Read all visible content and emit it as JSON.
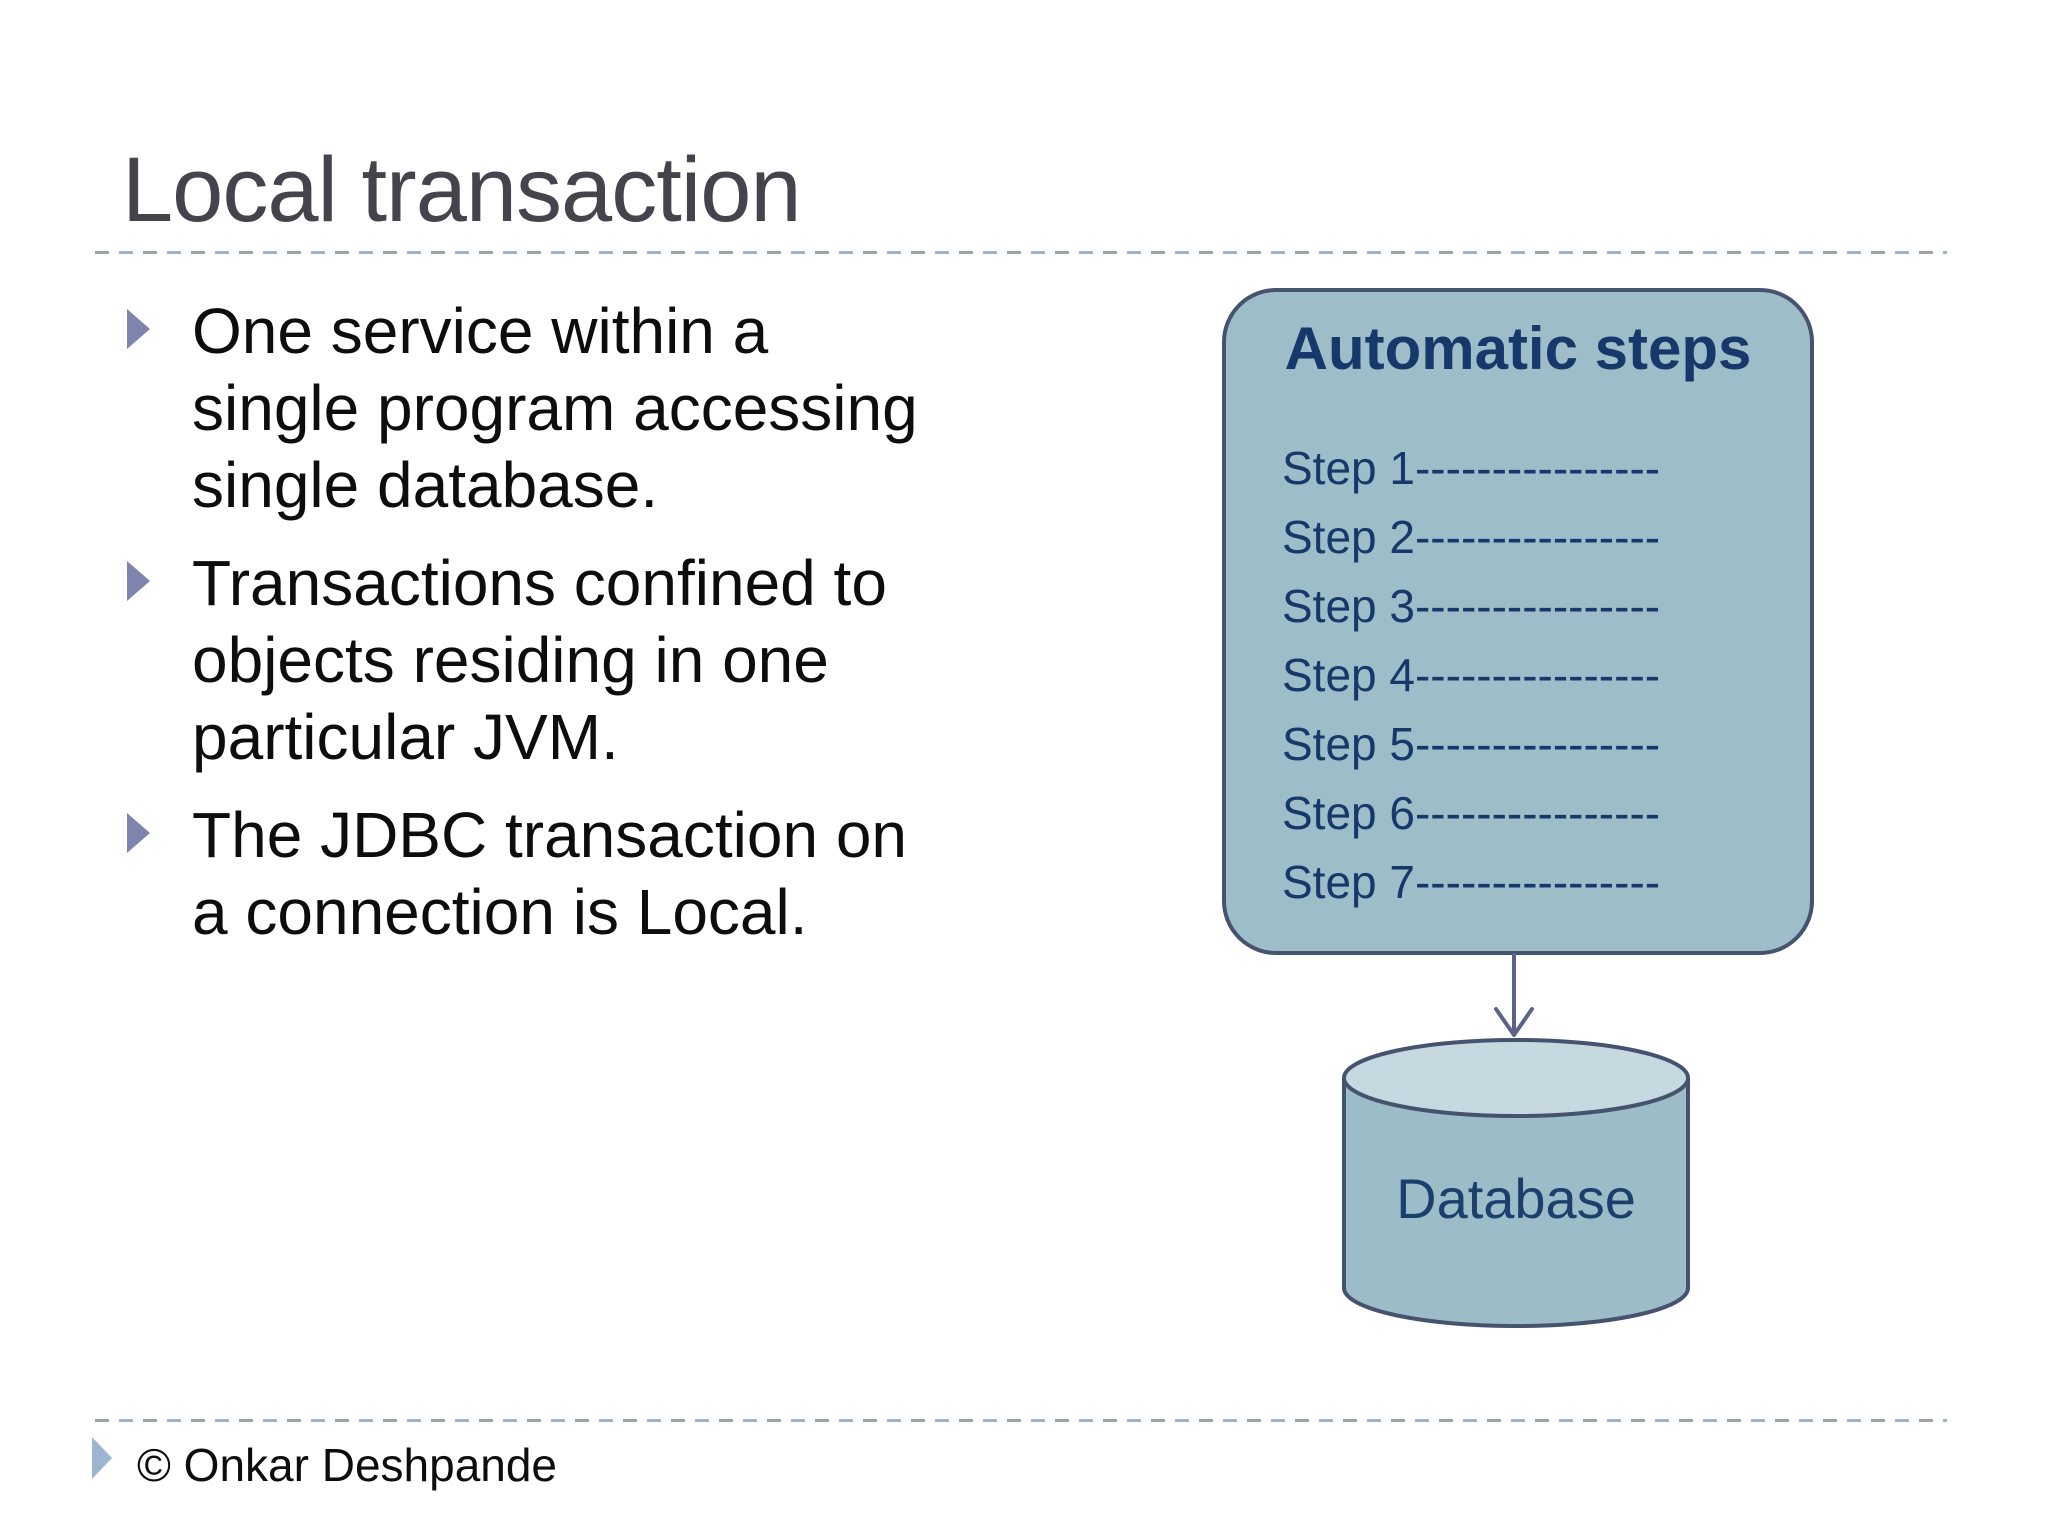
{
  "title": "Local transaction",
  "bullets": [
    {
      "text": "One service within a\nsingle program accessing\nsingle database."
    },
    {
      "text": "Transactions confined to\nobjects residing in one\nparticular JVM."
    },
    {
      "text": "The JDBC transaction on\na connection is Local."
    }
  ],
  "diagram": {
    "box_title": "Automatic steps",
    "steps": [
      "Step 1----------------",
      "Step 2----------------",
      "Step 3----------------",
      "Step 4----------------",
      "Step 5----------------",
      "Step 6----------------",
      "Step 7----------------"
    ],
    "database_label": "Database"
  },
  "footer": {
    "text": "© Onkar Deshpande"
  },
  "colors": {
    "title_text": "#45444d",
    "body_text": "#0d0d0d",
    "bullet_marker": "#7d84ae",
    "panel_fill": "#9dbdc9",
    "panel_border": "#46536e",
    "navy_text": "#17386a",
    "arrow": "#5b6488",
    "cylinder_body": "#9cbcc8",
    "cylinder_top": "#c7d9e0",
    "footer_marker": "#9db4d2",
    "dash_rule_gray": "#99a3ad",
    "dash_rule_blue": "#9fb5cf"
  }
}
